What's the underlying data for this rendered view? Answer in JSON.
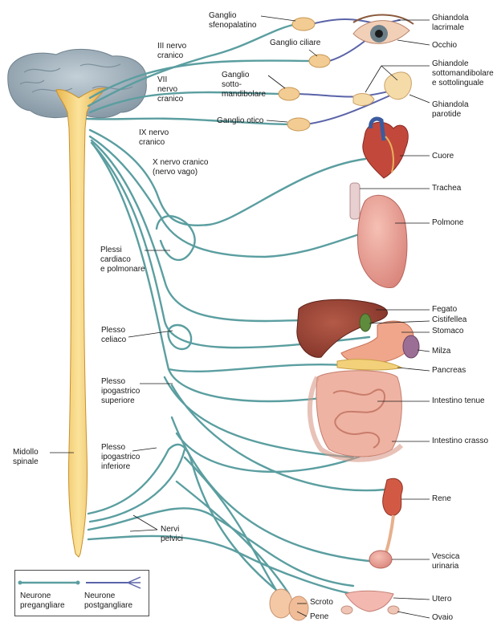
{
  "labels": {
    "ganglio_sfenopalatino": "Ganglio\nsfenopalatino",
    "iii_nervo": "III nervo\ncranico",
    "ganglio_ciliare": "Ganglio ciliare",
    "vii_nervo": "VII\nnervo\ncranico",
    "ganglio_sottomandibolare": "Ganglio\nsotto-\nmandibolare",
    "ganglio_otico": "Ganglio otico",
    "ix_nervo": "IX nervo\ncranico",
    "x_nervo": "X nervo cranico\n(nervo vago)",
    "plessi_cardiaco": "Plessi\ncardiaco\ne polmonare",
    "plesso_celiaco": "Plesso\nceliaco",
    "plesso_ipogastrico_sup": "Plesso\nipogastrico\nsuperiore",
    "plesso_ipogastrico_inf": "Plesso\nipogastrico\ninferiore",
    "midollo_spinale": "Midollo\nspinale",
    "nervi_pelvici": "Nervi\npelvici",
    "ghiandola_lacrimale": "Ghiandola\nlacrimale",
    "occhio": "Occhio",
    "ghiandole_sottomandibolare": "Ghiandole\nsottomandibolare\ne sottolinguale",
    "ghiandola_parotide": "Ghiandola\nparotide",
    "cuore": "Cuore",
    "trachea": "Trachea",
    "polmone": "Polmone",
    "fegato": "Fegato",
    "cistifellea": "Cistifellea",
    "stomaco": "Stomaco",
    "milza": "Milza",
    "pancreas": "Pancreas",
    "intestino_tenue": "Intestino tenue",
    "intestino_crasso": "Intestino crasso",
    "rene": "Rene",
    "vescica": "Vescica\nurinaria",
    "utero": "Utero",
    "ovaio": "Ovaio",
    "scroto": "Scroto",
    "pene": "Pene"
  },
  "legend": {
    "pregangliare": "Neurone\npregangliare",
    "postgangliare": "Neurone\npostgangliare"
  },
  "colors": {
    "nerve_pre": "#5b9ea0",
    "nerve_post": "#5a63a8",
    "spinal_cord": "#f7d77a",
    "brain": "#9fb0bd",
    "ganglion": "#f3cc94"
  }
}
